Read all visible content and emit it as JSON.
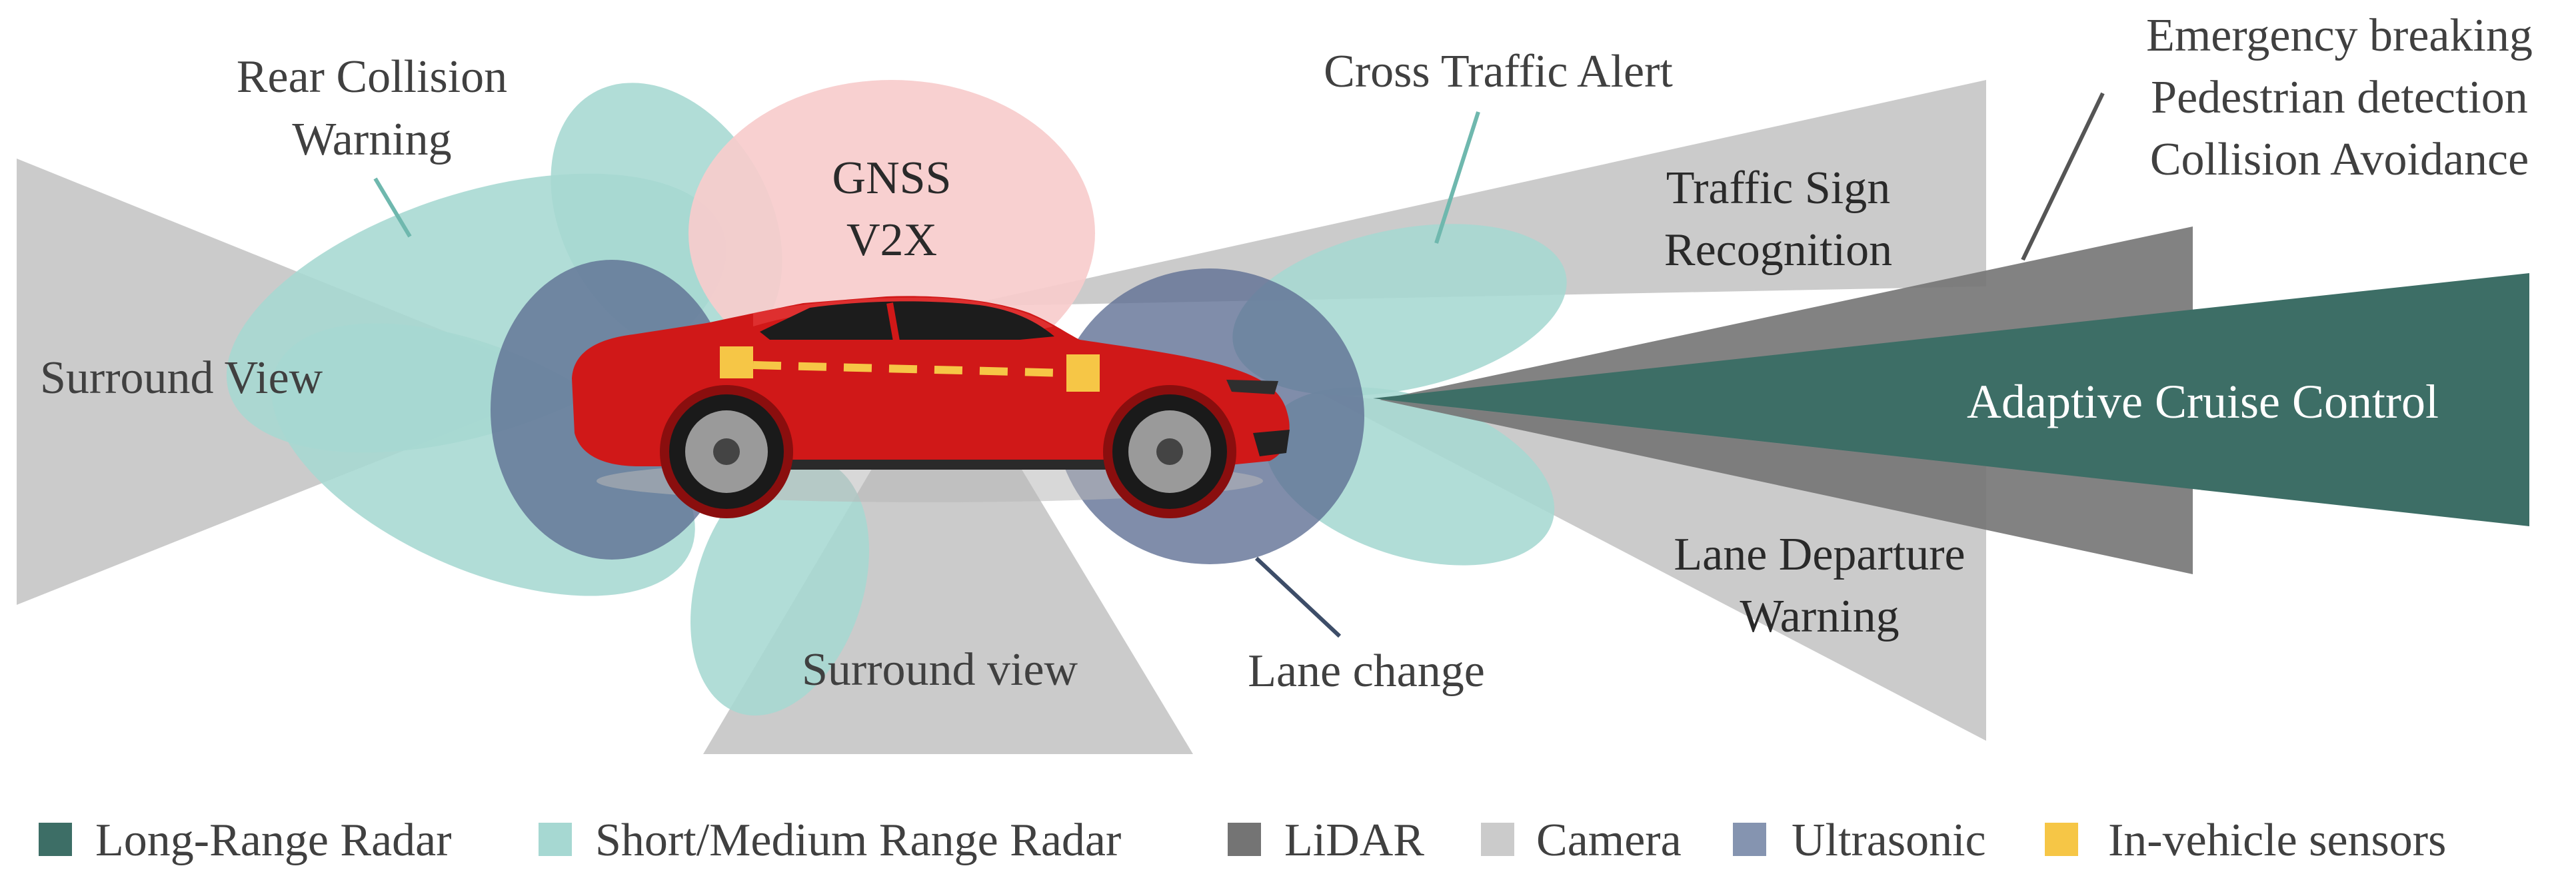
{
  "colors": {
    "long_range_radar": "#3d6e66",
    "short_medium_radar": "#a6d8d2",
    "lidar": "#747474",
    "camera": "#cbcbcb",
    "ultrasonic": "#8594b0",
    "in_vehicle": "#f6c646",
    "gnss": "#f7cccc",
    "car_body": "#d01818"
  },
  "labels": {
    "rear_collision_line1": "Rear Collision",
    "rear_collision_line2": "Warning",
    "surround_view_left": "Surround View",
    "gnss_line1": "GNSS",
    "gnss_line2": "V2X",
    "cross_traffic": "Cross Traffic Alert",
    "traffic_sign_line1": "Traffic Sign",
    "traffic_sign_line2": "Recognition",
    "emergency_line1": "Emergency breaking",
    "emergency_line2": "Pedestrian detection",
    "emergency_line3": "Collision Avoidance",
    "acc": "Adaptive Cruise Control",
    "lane_departure_line1": "Lane Departure",
    "lane_departure_line2": "Warning",
    "surround_view_bottom": "Surround view",
    "lane_change": "Lane change"
  },
  "legend": [
    {
      "label": "Long-Range Radar",
      "color": "#3d6e66"
    },
    {
      "label": "Short/Medium Range Radar",
      "color": "#a6d8d2"
    },
    {
      "label": "LiDAR",
      "color": "#747474"
    },
    {
      "label": "Camera",
      "color": "#cbcbcb"
    },
    {
      "label": "Ultrasonic",
      "color": "#8594b0"
    },
    {
      "label": "In-vehicle sensors",
      "color": "#f6c646"
    }
  ]
}
